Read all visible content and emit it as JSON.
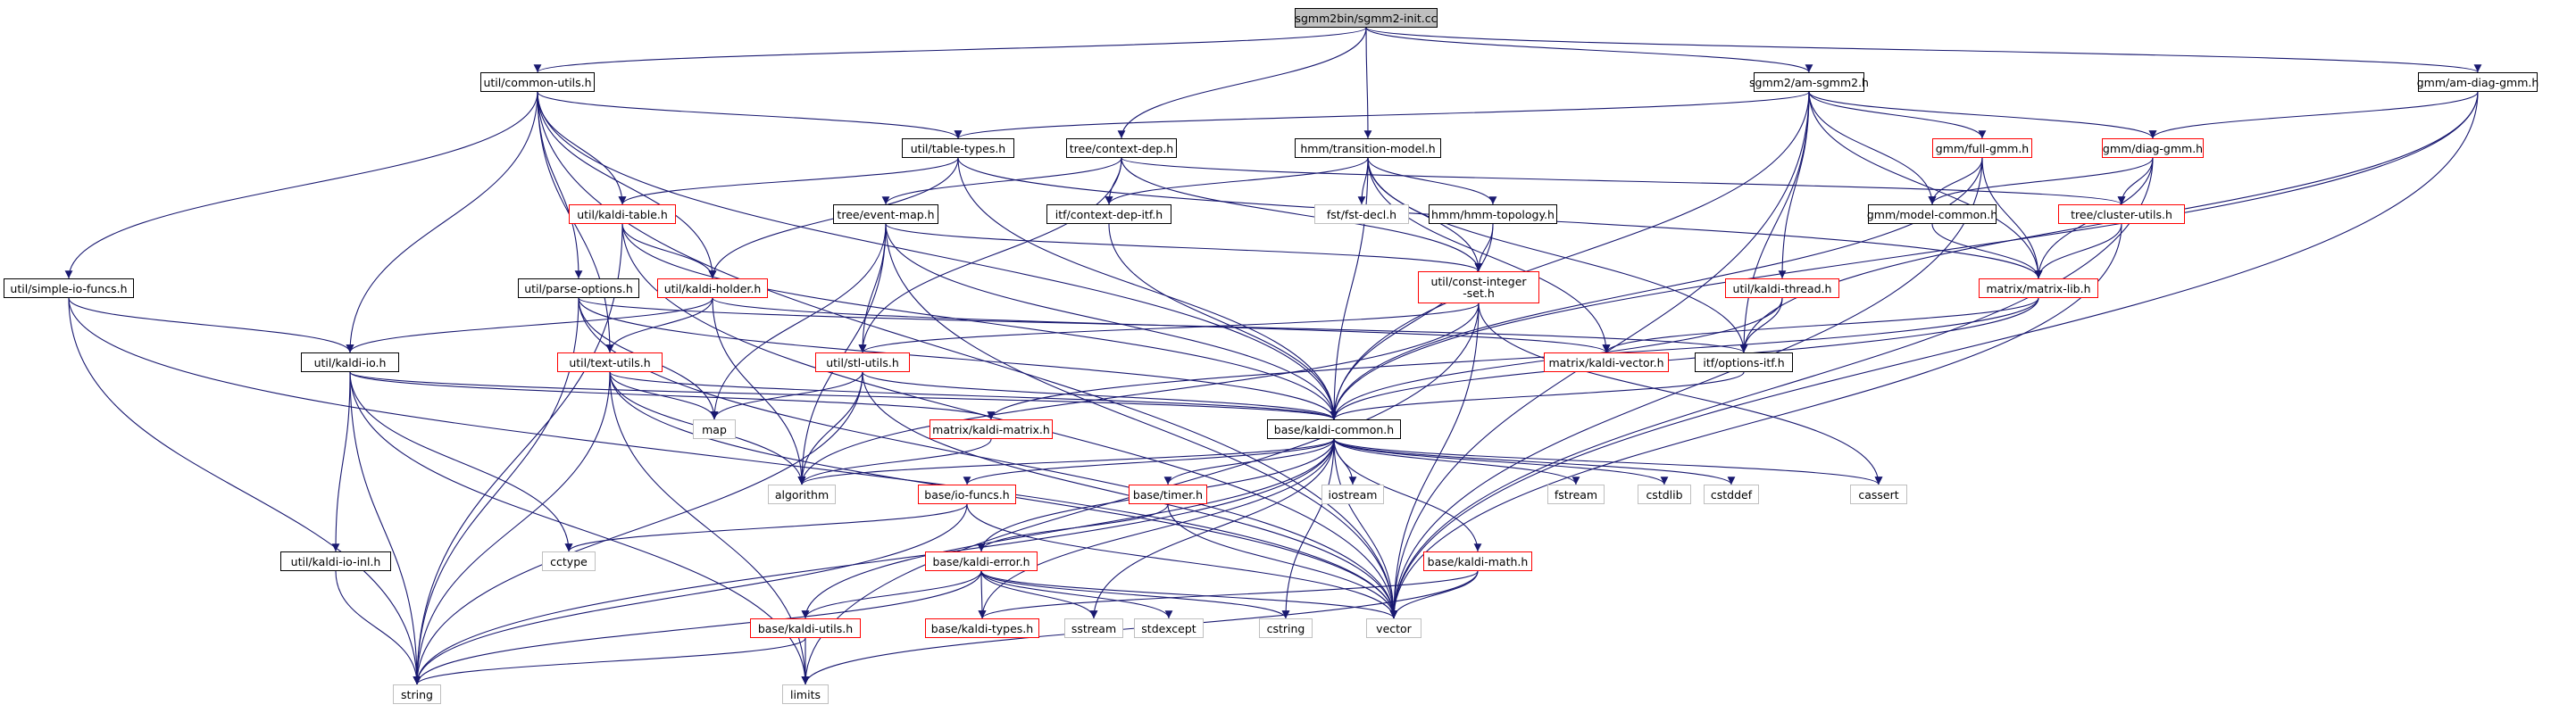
{
  "colors": {
    "edge": "#191970",
    "project_border": "#000000",
    "error_border": "#ff0000",
    "system_border": "#bfbfbf",
    "root_fill": "#bfbfbf"
  },
  "nodes": {
    "sgmm2bin_sgmm2_init": "sgmm2bin/sgmm2-init.cc",
    "util_common_utils": "util/common-utils.h",
    "tree_context_dep": "tree/context-dep.h",
    "hmm_transition_model": "hmm/transition-model.h",
    "sgmm2_am_sgmm2": "sgmm2/am-sgmm2.h",
    "gmm_am_diag_gmm": "gmm/am-diag-gmm.h",
    "util_table_types": "util/table-types.h",
    "gmm_full_gmm": "gmm/full-gmm.h",
    "gmm_diag_gmm": "gmm/diag-gmm.h",
    "util_kaldi_table": "util/kaldi-table.h",
    "tree_event_map": "tree/event-map.h",
    "itf_context_dep_itf": "itf/context-dep-itf.h",
    "fst_fst_decl": "fst/fst-decl.h",
    "hmm_hmm_topology": "hmm/hmm-topology.h",
    "gmm_model_common": "gmm/model-common.h",
    "tree_cluster_utils": "tree/cluster-utils.h",
    "util_simple_io_funcs": "util/simple-io-funcs.h",
    "util_parse_options": "util/parse-options.h",
    "util_kaldi_holder": "util/kaldi-holder.h",
    "util_const_integer_set": "util/const-integer\n-set.h",
    "util_kaldi_thread": "util/kaldi-thread.h",
    "matrix_matrix_lib": "matrix/matrix-lib.h",
    "util_kaldi_io": "util/kaldi-io.h",
    "util_text_utils": "util/text-utils.h",
    "util_stl_utils": "util/stl-utils.h",
    "matrix_kaldi_vector": "matrix/kaldi-vector.h",
    "itf_options_itf": "itf/options-itf.h",
    "map": "map",
    "matrix_kaldi_matrix": "matrix/kaldi-matrix.h",
    "base_kaldi_common": "base/kaldi-common.h",
    "algorithm": "algorithm",
    "iostream": "iostream",
    "fstream": "fstream",
    "cstdlib": "cstdlib",
    "cstddef": "cstddef",
    "cassert": "cassert",
    "base_io_funcs": "base/io-funcs.h",
    "base_timer": "base/timer.h",
    "cctype": "cctype",
    "util_kaldi_io_inl": "util/kaldi-io-inl.h",
    "base_kaldi_error": "base/kaldi-error.h",
    "base_kaldi_math": "base/kaldi-math.h",
    "base_kaldi_utils": "base/kaldi-utils.h",
    "base_kaldi_types": "base/kaldi-types.h",
    "sstream": "sstream",
    "stdexcept": "stdexcept",
    "cstring": "cstring",
    "vector": "vector",
    "string": "string",
    "limits": "limits"
  }
}
